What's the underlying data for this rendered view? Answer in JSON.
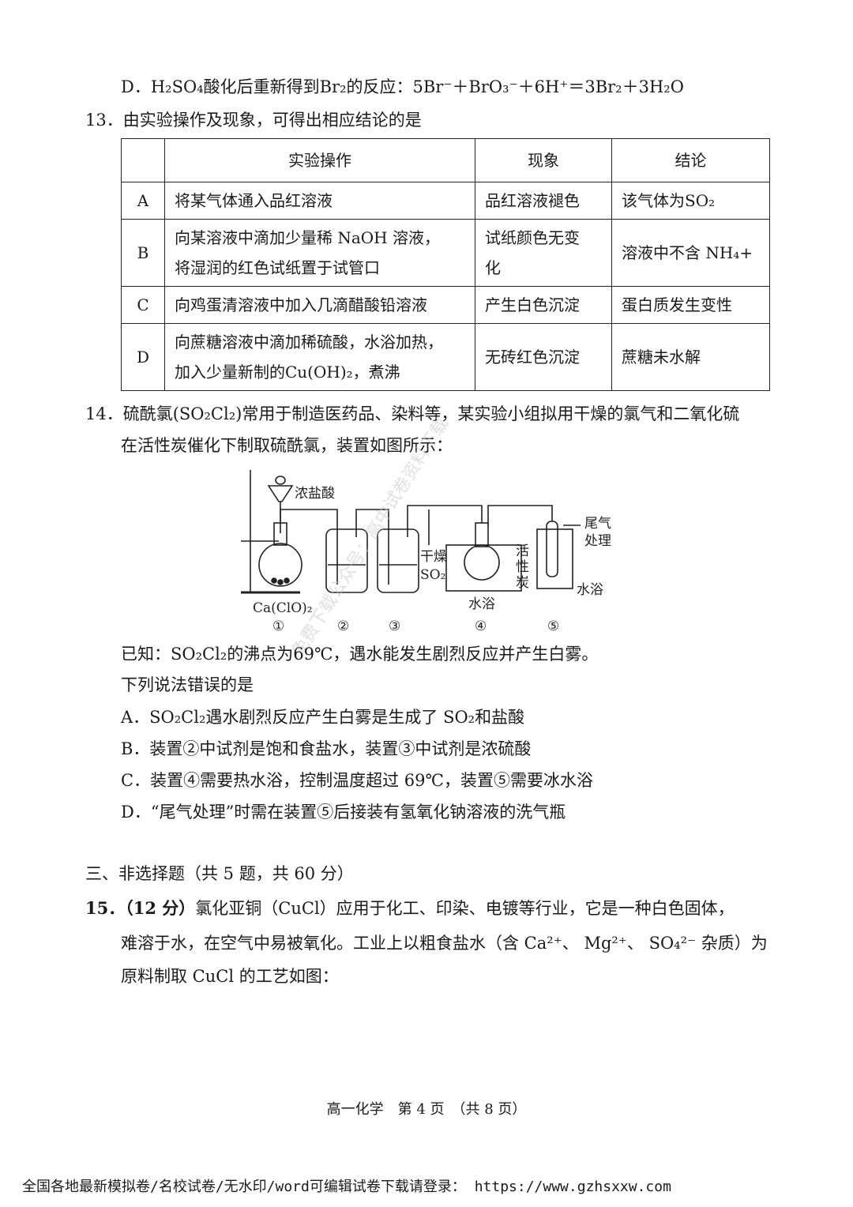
{
  "q12": {
    "optionD_label": "D．",
    "optionD_text": "H₂SO₄酸化后重新得到Br₂的反应：5Br⁻＋BrO₃⁻＋6H⁺＝3Br₂＋3H₂O"
  },
  "q13": {
    "stem": "13．由实验操作及现象，可得出相应结论的是",
    "headers": [
      "实验操作",
      "现象",
      "结论"
    ],
    "rows": [
      {
        "label": "A",
        "op1": "将某气体通入品红溶液",
        "op2": "",
        "phen1": "品红溶液褪色",
        "phen2": "",
        "concl": "该气体为SO₂"
      },
      {
        "label": "B",
        "op1": "向某溶液中滴加少量稀 NaOH 溶液，",
        "op2": "将湿润的红色试纸置于试管口",
        "phen1": "试纸颜色无变",
        "phen2": "化",
        "concl": "溶液中不含 NH₄+"
      },
      {
        "label": "C",
        "op1": "向鸡蛋清溶液中加入几滴醋酸铅溶液",
        "op2": "",
        "phen1": "产生白色沉淀",
        "phen2": "",
        "concl": "蛋白质发生变性"
      },
      {
        "label": "D",
        "op1": "向蔗糖溶液中滴加稀硫酸，水浴加热，",
        "op2": "加入少量新制的Cu(OH)₂，煮沸",
        "phen1": "无砖红色沉淀",
        "phen2": "",
        "concl": "蔗糖未水解"
      }
    ]
  },
  "q14": {
    "stem1": "14．硫酰氯(SO₂Cl₂)常用于制造医药品、染料等，某实验小组拟用干燥的氯气和二氧化硫",
    "stem2": "在活性炭催化下制取硫酰氯，装置如图所示：",
    "figure": {
      "conc_hcl": "浓盐酸",
      "caclo2": "Ca(ClO)₂",
      "dry_so2_1": "干燥",
      "dry_so2_2": "SO₂",
      "activated_carbon": [
        "活",
        "性",
        "炭"
      ],
      "water_bath_4": "水浴",
      "water_bath_5": "水浴",
      "tail_gas_1": "尾气",
      "tail_gas_2": "处理",
      "labels": [
        "①",
        "②",
        "③",
        "④",
        "⑤"
      ]
    },
    "known": "已知：SO₂Cl₂的沸点为69℃，遇水能发生剧烈反应并产生白雾。",
    "ask": "下列说法错误的是",
    "options": [
      "A．SO₂Cl₂遇水剧烈反应产生白雾是生成了 SO₂和盐酸",
      "B．装置②中试剂是饱和食盐水，装置③中试剂是浓硫酸",
      "C．装置④需要热水浴，控制温度超过 69℃，装置⑤需要冰水浴",
      "D．“尾气处理”时需在装置⑤后接装有氢氧化钠溶液的洗气瓶"
    ]
  },
  "section3": "三、非选择题（共 5 题，共 60 分）",
  "q15": {
    "num": "15．",
    "score": "（12 分）",
    "line1": "氯化亚铜（CuCl）应用于化工、印染、电镀等行业，它是一种白色固体，",
    "line2": "难溶于水，在空气中易被氧化。工业上以粗食盐水（含 Ca²⁺、 Mg²⁺、 SO₄²⁻ 杂质）为",
    "line3": "原料制取 CuCl 的工艺如图："
  },
  "watermark": "免费下载公众号：高中试卷资料下载",
  "footer": {
    "page": "高一化学　第 4 页　（共 8 页）",
    "ad": "全国各地最新模拟卷/名校试卷/无水印/word可编辑试卷下载请登录： https://www.gzhsxxw.com"
  }
}
